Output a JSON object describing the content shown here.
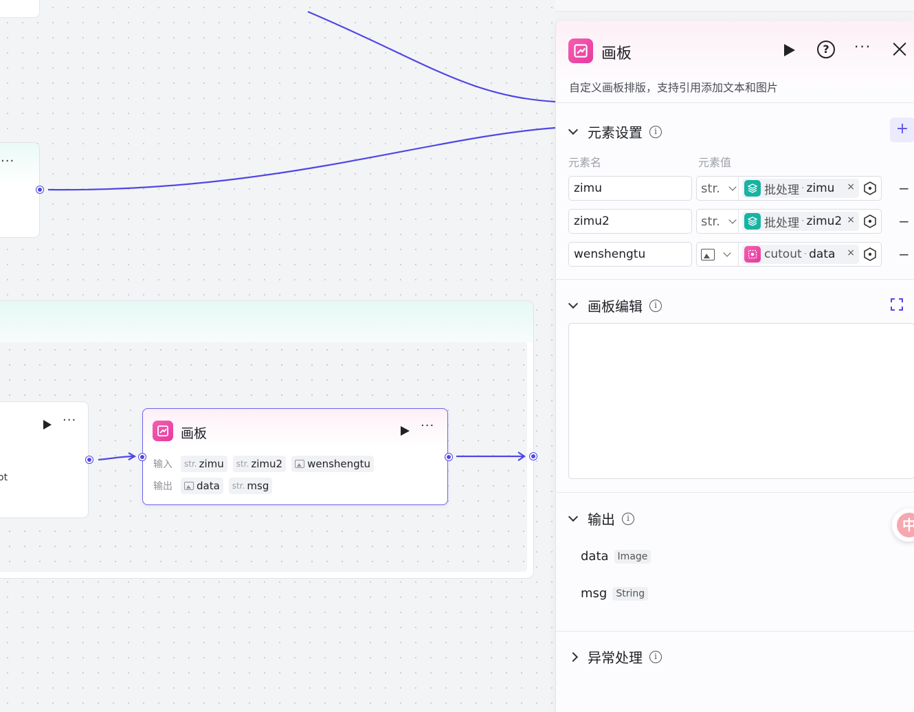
{
  "canvas": {
    "fragment_text": "ot",
    "node": {
      "title": "画板",
      "inputs_label": "输入",
      "outputs_label": "输出",
      "inputs": [
        {
          "type": "str.",
          "name": "zimu"
        },
        {
          "type": "str.",
          "name": "zimu2"
        },
        {
          "type": "image",
          "name": "wenshengtu"
        }
      ],
      "outputs": [
        {
          "type": "image",
          "name": "data"
        },
        {
          "type": "str.",
          "name": "msg"
        }
      ]
    }
  },
  "panel": {
    "title": "画板",
    "description": "自定义画板排版，支持引用添加文本和图片",
    "elements_section": {
      "title": "元素设置",
      "col_name": "元素名",
      "col_value": "元素值",
      "add_label": "+",
      "rows": [
        {
          "name": "zimu",
          "type": "str.",
          "source": "批处理",
          "field": "zimu",
          "source_icon": "batch-icon"
        },
        {
          "name": "zimu2",
          "type": "str.",
          "source": "批处理",
          "field": "zimu2",
          "source_icon": "batch-icon"
        },
        {
          "name": "wenshengtu",
          "type": "image",
          "source": "cutout",
          "field": "data",
          "source_icon": "cutout-icon"
        }
      ]
    },
    "canvas_section": {
      "title": "画板编辑"
    },
    "output_section": {
      "title": "输出",
      "items": [
        {
          "name": "data",
          "type": "Image"
        },
        {
          "name": "msg",
          "type": "String"
        }
      ]
    },
    "error_section": {
      "title": "异常处理"
    }
  },
  "float_badge": {
    "text": "中"
  },
  "colors": {
    "accent": "#4f46e5",
    "node_icon": "#e63aa0",
    "batch_icon": "#17b3a3"
  }
}
